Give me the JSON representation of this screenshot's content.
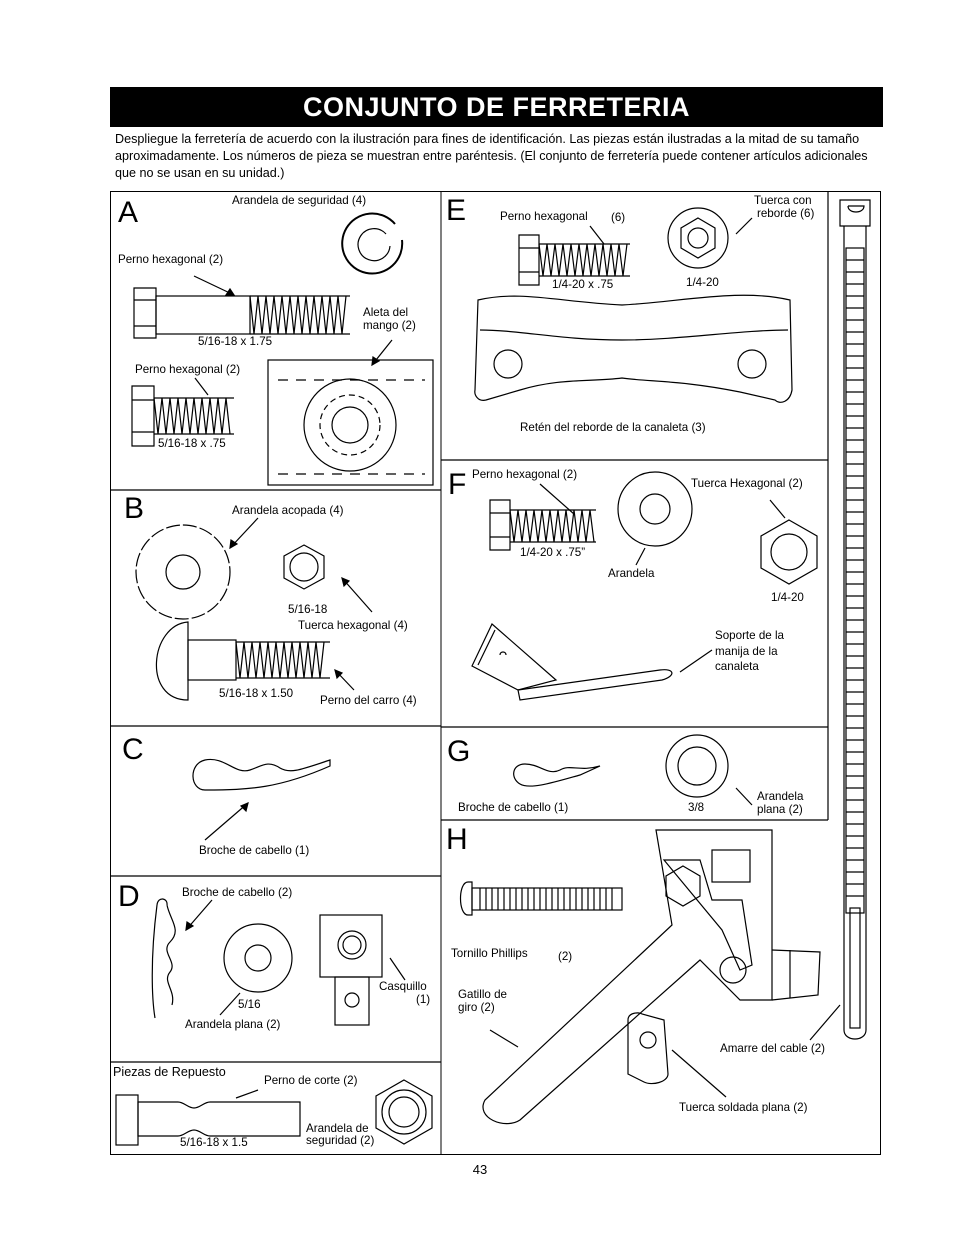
{
  "page": {
    "title": "CONJUNTO DE FERRETERIA",
    "intro": "Despliegue la ferretería de acuerdo con la ilustración para fines de identificación. Las piezas están ilustradas a la mitad de su tamaño aproximadamente. Los números de pieza se muestran entre paréntesis. (El conjunto de ferretería puede contener artículos adicionales que no se usan en su unidad.)",
    "page_number": "43"
  },
  "sections": {
    "a": {
      "letter": "A",
      "labels": [
        "Arandela de seguridad (4)",
        "Perno hexagonal (2)",
        "5/16-18 x 1.75",
        "Aleta del",
        "mango (2)",
        "Perno hexagonal (2)",
        "5/16-18 x .75"
      ]
    },
    "b": {
      "letter": "B",
      "labels": [
        "Arandela acopada (4)",
        "5/16-18",
        "Tuerca hexagonal (4)",
        "5/16-18 x 1.50",
        "Perno del carro (4)"
      ]
    },
    "c": {
      "letter": "C",
      "labels": [
        "Broche de cabello (1)"
      ]
    },
    "d": {
      "letter": "D",
      "labels": [
        "Broche de cabello (2)",
        "5/16",
        "Arandela plana (2)",
        "Casquillo",
        "(1)"
      ]
    },
    "spare": {
      "title": "Piezas de Repuesto",
      "labels": [
        "Perno de corte (2)",
        "5/16-18 x 1.5",
        "Arandela de",
        "seguridad (2)"
      ]
    },
    "e": {
      "letter": "E",
      "labels": [
        "Perno hexagonal",
        "(6)",
        "1/4-20 x .75",
        "Tuerca con",
        "reborde (6)",
        "1/4-20",
        "Retén del reborde de la canaleta (3)"
      ]
    },
    "f": {
      "letter": "F",
      "labels": [
        "Perno hexagonal (2)",
        "1/4-20 x .75”",
        "Arandela",
        "Tuerca Hexagonal (2)",
        "1/4-20",
        "Soporte de la",
        "manija de la",
        "canaleta"
      ]
    },
    "g": {
      "letter": "G",
      "labels": [
        "Broche de cabello (1)",
        "3/8",
        "Arandela",
        "plana (2)"
      ]
    },
    "h": {
      "letter": "H",
      "labels": [
        "Tornillo Phillips",
        "(2)",
        "Gatillo de",
        "giro (2)",
        "Amarre del cable (2)",
        "Tuerca soldada plana (2)"
      ]
    }
  },
  "colors": {
    "title_bg": "#000000",
    "title_fg": "#ffffff"
  }
}
